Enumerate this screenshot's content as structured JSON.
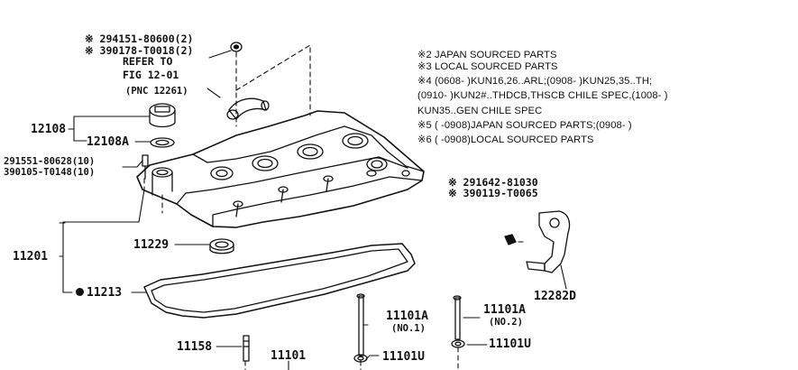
{
  "refer": {
    "line1": "REFER TO",
    "line2": "FIG 12-01",
    "line3": "(PNC 12261)"
  },
  "callouts": {
    "top_a": "※ 294151-80600(2)",
    "top_b": "※ 390178-T0018(2)",
    "bolt_a": "291551-80628(10)",
    "bolt_b": "390105-T0148(10)",
    "bracket_a": "※ 291642-81030",
    "bracket_b": "※ 390119-T0065"
  },
  "parts": {
    "p12108": "12108",
    "p12108a": "12108A",
    "p11201": "11201",
    "p11229": "11229",
    "p11213": "11213",
    "p12282d": "12282D",
    "p11158": "11158",
    "p11101": "11101",
    "p11101a_1": "11101A",
    "p11101a_1_sub": "(NO.1)",
    "p11101a_2": "11101A",
    "p11101a_2_sub": "(NO.2)",
    "p11101u_1": "11101U",
    "p11101u_2": "11101U"
  },
  "notes": [
    "※2 JAPAN SOURCED PARTS",
    "※3 LOCAL SOURCED PARTS",
    "※4 (0608-        )KUN16,26..ARL;(0908-        )KUN25,35..TH;",
    "(0910-        )KUN2#..THDCB,THSCB CHILE SPEC,(1008-        )",
    "KUN35..GEN CHILE SPEC",
    "※5 (        -0908)JAPAN SOURCED PARTS;(0908-        )",
    "※6 (        -0908)LOCAL SOURCED PARTS"
  ]
}
